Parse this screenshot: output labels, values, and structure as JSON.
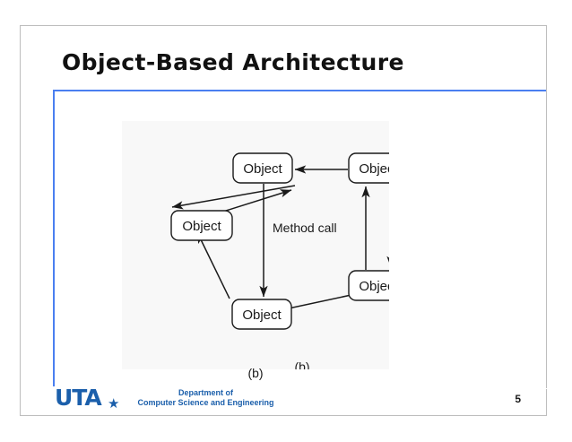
{
  "slide": {
    "title": "Object-Based Architecture",
    "page_number": "5",
    "accent_color": "#4a7ff0",
    "brand_color": "#1b5fab"
  },
  "figure": {
    "caption": "(b)",
    "background": "#f8f8f8",
    "edge_label": "Method call",
    "nodes": [
      {
        "id": "top-center",
        "label": "Object"
      },
      {
        "id": "top-right",
        "label": "Object"
      },
      {
        "id": "mid-left",
        "label": "Object"
      },
      {
        "id": "mid-right",
        "label": "Object"
      },
      {
        "id": "bottom-center",
        "label": "Object"
      }
    ],
    "edges": [
      {
        "from": "top-right",
        "to": "top-center",
        "label": ""
      },
      {
        "from": "top-center",
        "to": "mid-left",
        "label": ""
      },
      {
        "from": "mid-left",
        "to": "top-center",
        "label": ""
      },
      {
        "from": "top-center",
        "to": "bottom-center",
        "label": "Method call"
      },
      {
        "from": "top-right",
        "to": "mid-right",
        "label": ""
      },
      {
        "from": "mid-right",
        "to": "top-right",
        "label": ""
      },
      {
        "from": "mid-right",
        "to": "bottom-center",
        "label": ""
      },
      {
        "from": "bottom-center",
        "to": "mid-left",
        "label": ""
      }
    ]
  },
  "footer": {
    "logo_text": "UTA",
    "logo_star": "★",
    "dept_line1": "Department of",
    "dept_line2": "Computer Science and Engineering"
  }
}
